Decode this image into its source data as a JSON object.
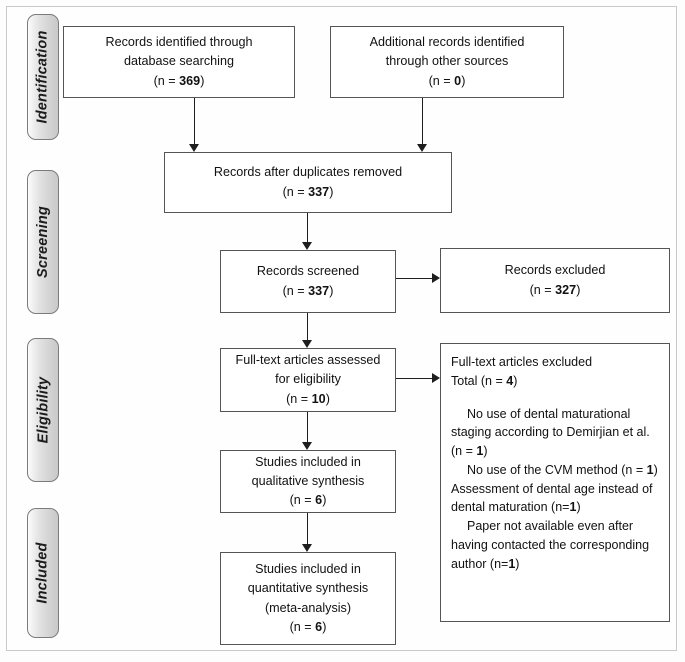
{
  "diagram": {
    "type": "prisma-flow-diagram",
    "stages": [
      {
        "id": "identification",
        "label": "Identification"
      },
      {
        "id": "screening",
        "label": "Screening"
      },
      {
        "id": "eligibility",
        "label": "Eligibility"
      },
      {
        "id": "included",
        "label": "Included"
      }
    ],
    "boxes": {
      "records_identified": {
        "line1": "Records identified through",
        "line2": "database searching",
        "count_prefix": "(n = ",
        "count": "369",
        "count_suffix": ")"
      },
      "additional_records": {
        "line1": "Additional records identified",
        "line2": "through other sources",
        "count_prefix": "(n = ",
        "count": "0",
        "count_suffix": ")"
      },
      "duplicates_removed": {
        "line1": "Records after duplicates removed",
        "count_prefix": "(n = ",
        "count": "337",
        "count_suffix": ")"
      },
      "records_screened": {
        "line1": "Records screened",
        "count_prefix": "(n = ",
        "count": "337",
        "count_suffix": ")"
      },
      "records_excluded": {
        "line1": "Records excluded",
        "count_prefix": "(n = ",
        "count": "327",
        "count_suffix": ")"
      },
      "fulltext_assessed": {
        "line1": "Full-text articles assessed",
        "line2": "for eligibility",
        "count_prefix": "(n = ",
        "count": "10",
        "count_suffix": ")"
      },
      "fulltext_excluded": {
        "title": "Full-text articles excluded",
        "total_prefix": "Total (n = ",
        "total": "4",
        "total_suffix": ")",
        "reasons": [
          {
            "text_before": "No use of dental maturational staging according to Demirjian et al. (n = ",
            "count": "1",
            "text_after": ")"
          },
          {
            "text_before": "No use of the CVM method (n = ",
            "count": "1",
            "text_after": ")"
          },
          {
            "text_before": "Assessment of dental age instead of dental maturation  (n=",
            "count": "1",
            "text_after": ")"
          },
          {
            "text_before": "Paper not available even after having contacted the corresponding author (n=",
            "count": "1",
            "text_after": ")"
          }
        ]
      },
      "qualitative_synthesis": {
        "line1": "Studies included in",
        "line2": "qualitative synthesis",
        "count_prefix": "(n = ",
        "count": "6",
        "count_suffix": ")"
      },
      "quantitative_synthesis": {
        "line1": "Studies included in",
        "line2": "quantitative synthesis",
        "line3": "(meta-analysis)",
        "count_prefix": "(n = ",
        "count": "6",
        "count_suffix": ")"
      }
    },
    "colors": {
      "box_border": "#555555",
      "connector": "#1e1e1e",
      "stage_border": "#7b7b7b",
      "stage_fill": "#d6d6d6",
      "frame": "#c9c9c9",
      "text": "#111111"
    }
  }
}
